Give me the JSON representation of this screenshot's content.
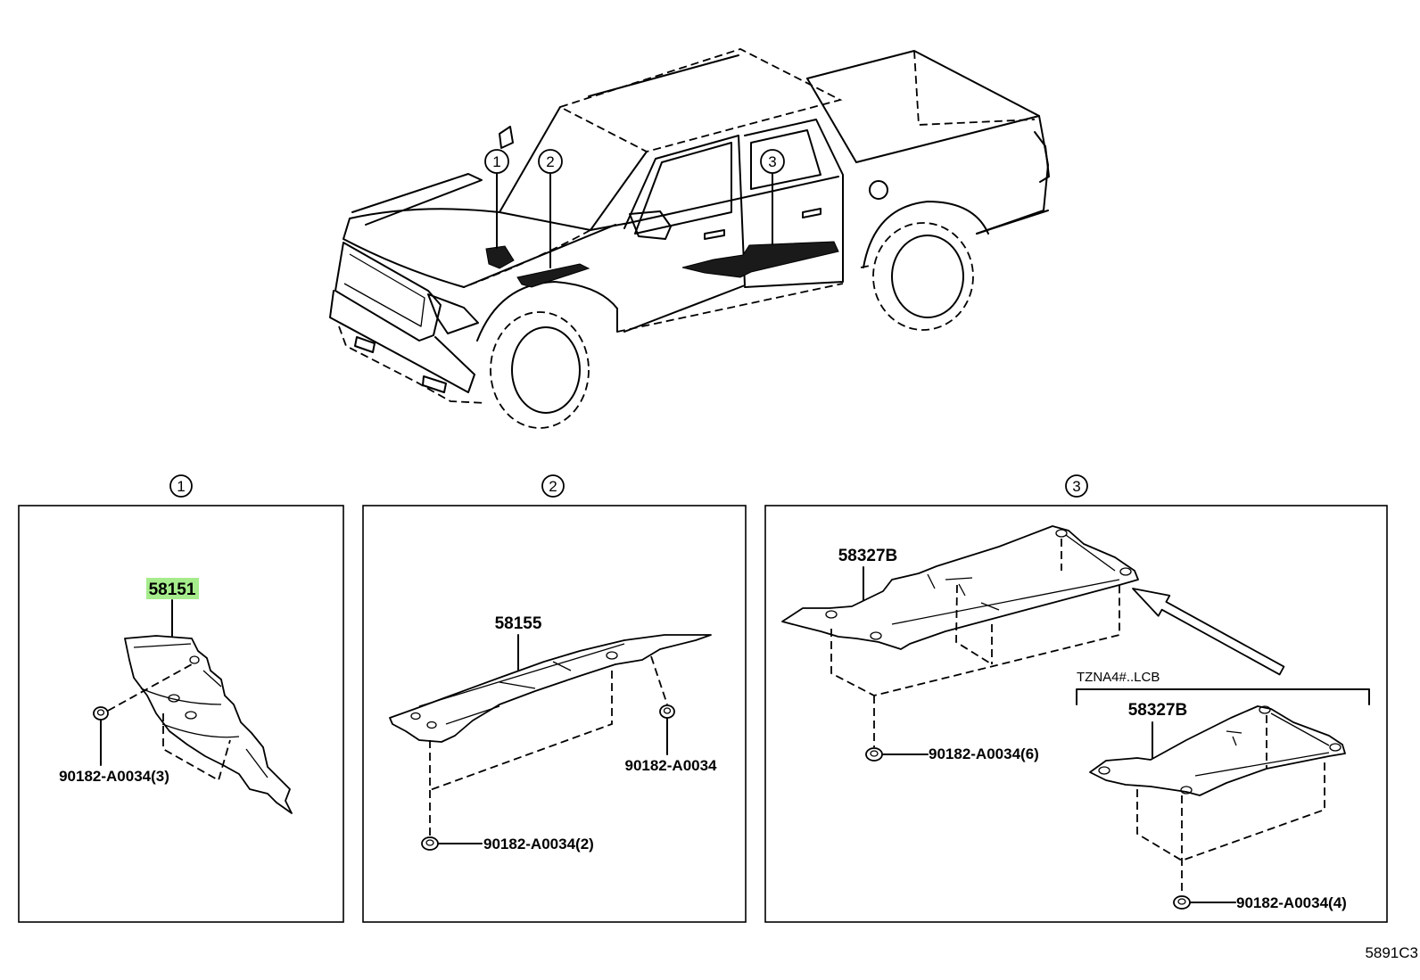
{
  "callouts": {
    "one": "1",
    "two": "2",
    "three": "3"
  },
  "parts": {
    "box1": {
      "part": "58151",
      "fastener": "90182-A0034(3)",
      "highlighted": true
    },
    "box2": {
      "part": "58155",
      "fastener_a": "90182-A0034",
      "fastener_b": "90182-A0034(2)"
    },
    "box3": {
      "part_a": "58327B",
      "fastener_a": "90182-A0034(6)",
      "variant": "TZNA4#..LCB",
      "part_b": "58327B",
      "fastener_b": "90182-A0034(4)"
    }
  },
  "diagram_code": "5891C3",
  "colors": {
    "line": "#000000",
    "highlight": "#a6ec8c",
    "background": "#ffffff",
    "location_mark": "#1a1a1a"
  }
}
